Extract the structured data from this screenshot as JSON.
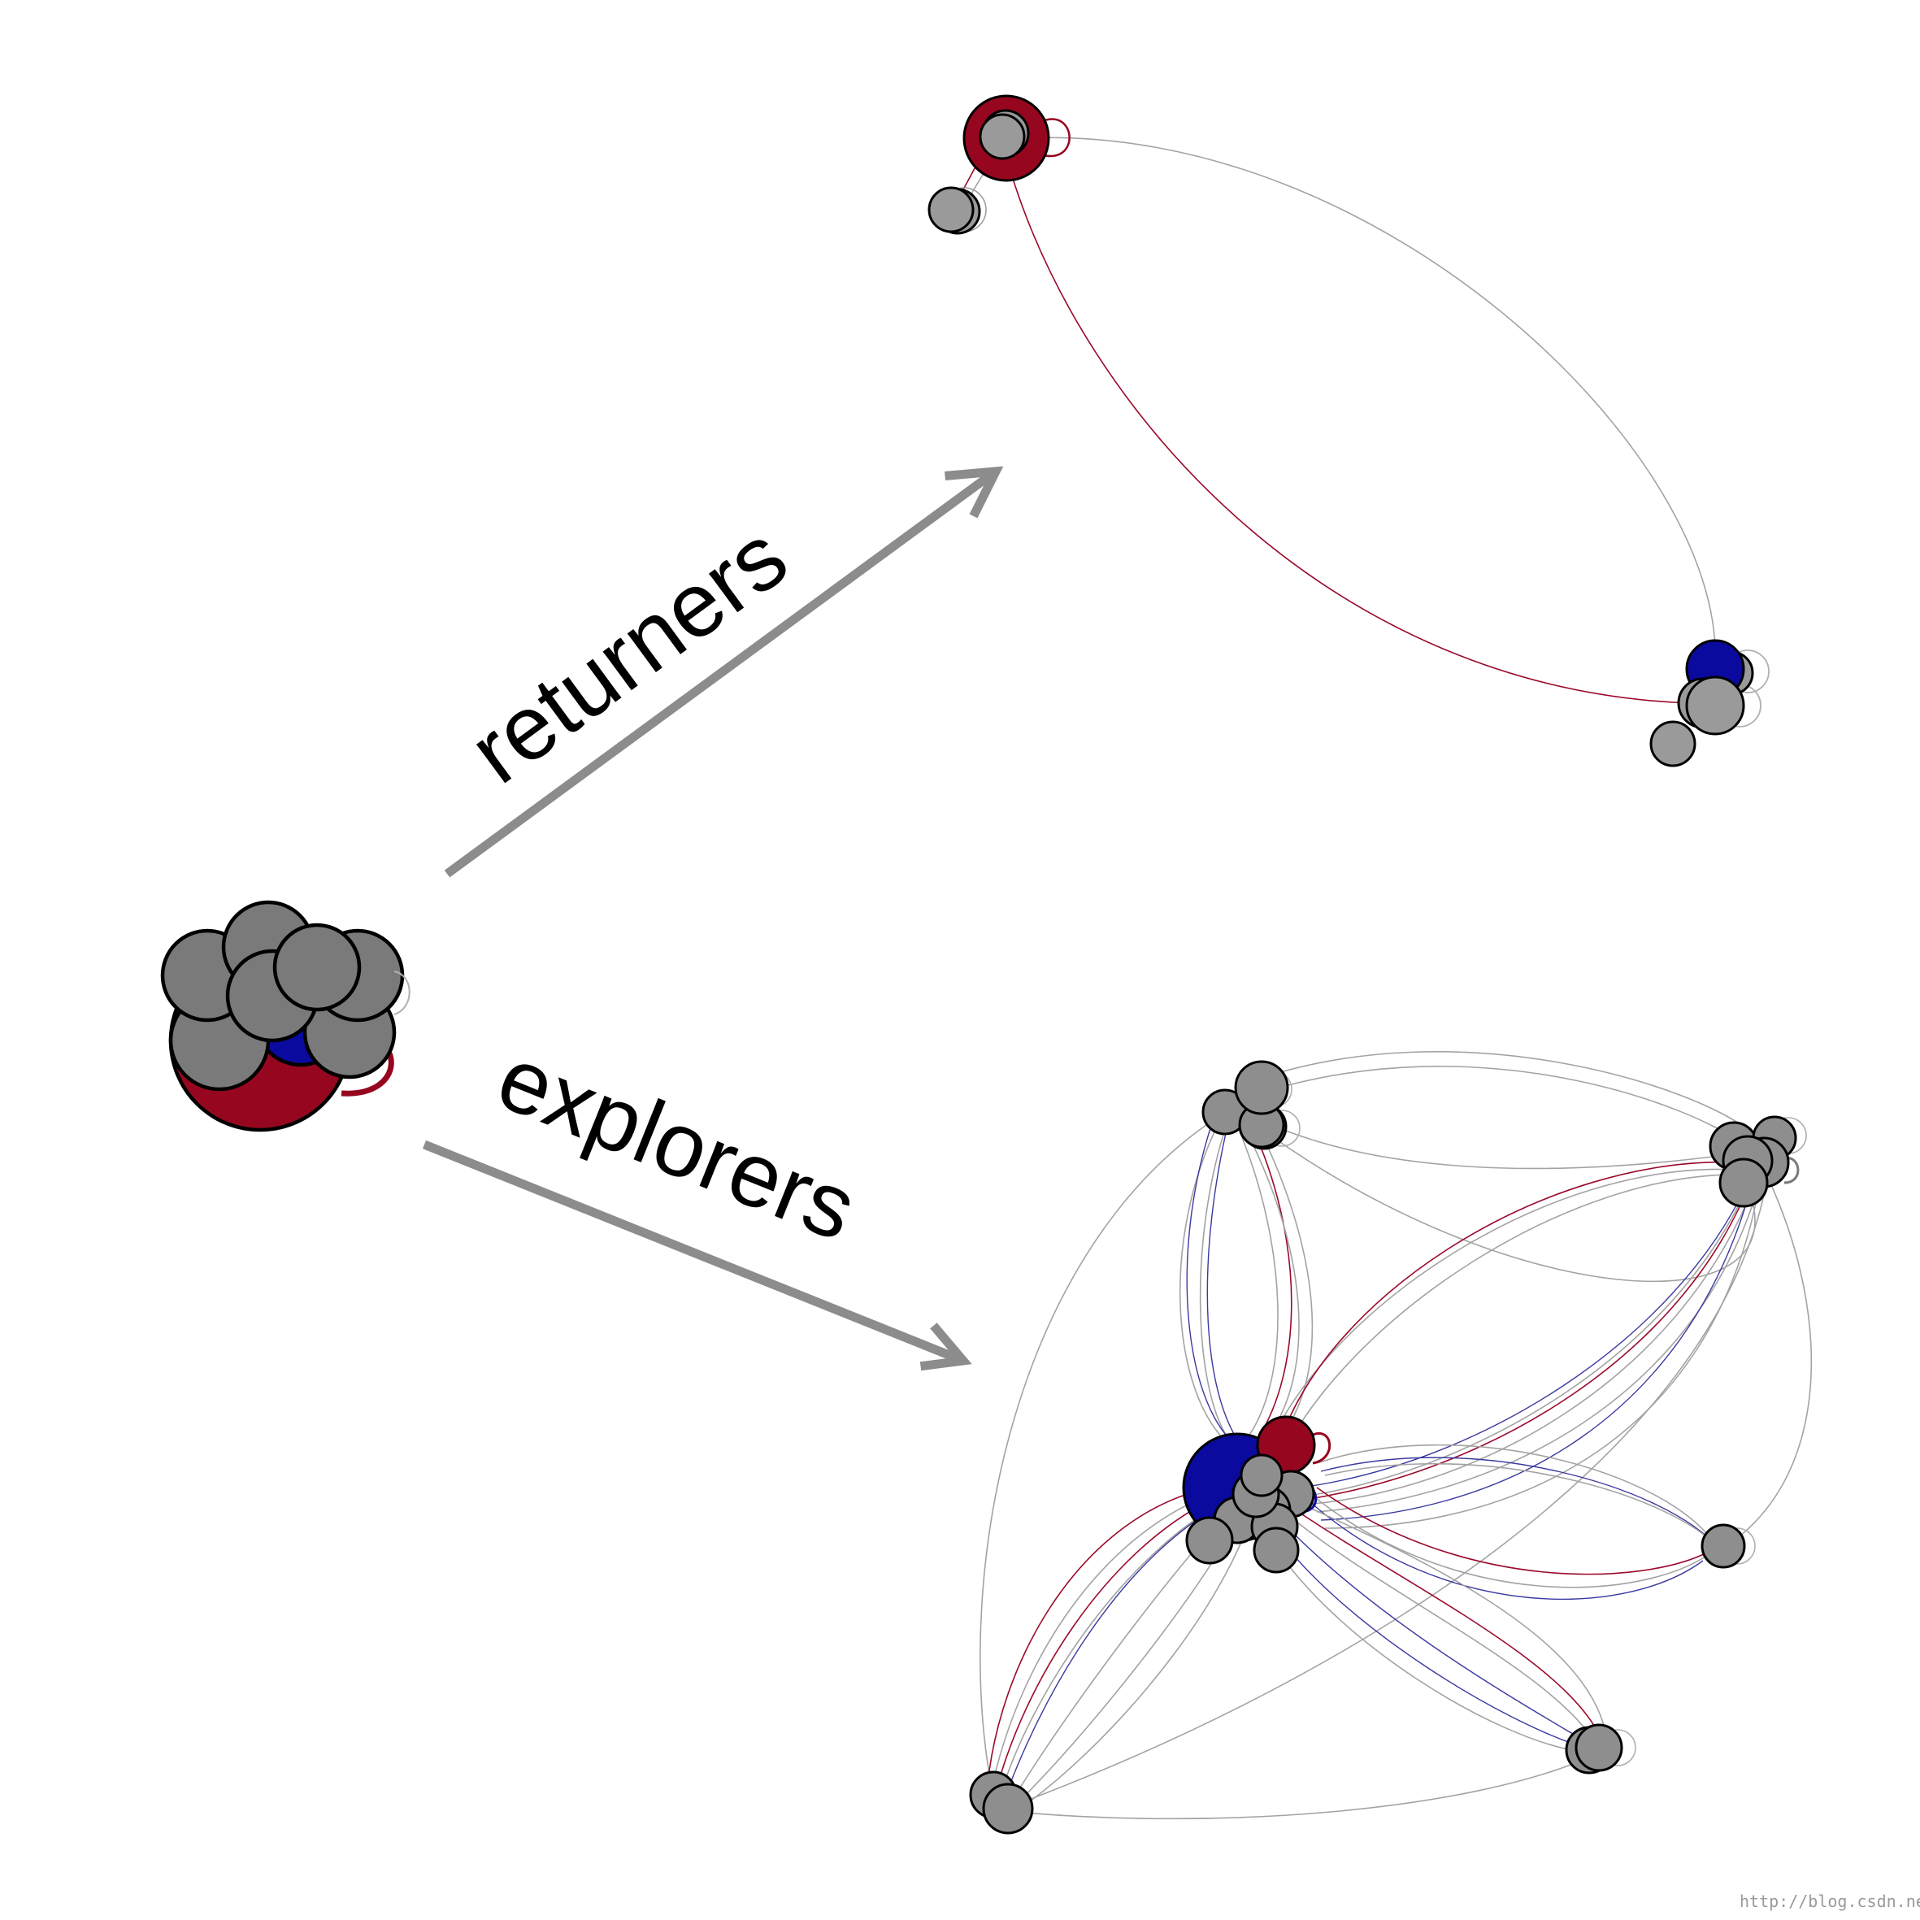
{
  "diagram": {
    "labels": {
      "returners": "returners",
      "explorers": "explorers"
    },
    "watermark": "http://blog.csdn.net/",
    "colors": {
      "red": "#96071f",
      "blue": "#0a0a9e",
      "gray": "#8e8e8e",
      "gray_dark": "#7a7a7a",
      "arrow": "#8c8c8c"
    }
  }
}
